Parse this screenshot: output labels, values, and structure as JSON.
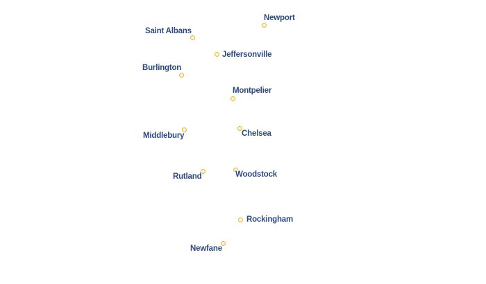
{
  "map": {
    "towns": [
      {
        "id": "newport",
        "name": "Newport"
      },
      {
        "id": "saint-albans",
        "name": "Saint Albans"
      },
      {
        "id": "jeffersonville",
        "name": "Jeffersonville"
      },
      {
        "id": "burlington",
        "name": "Burlington"
      },
      {
        "id": "montpelier",
        "name": "Montpelier"
      },
      {
        "id": "chelsea",
        "name": "Chelsea"
      },
      {
        "id": "middlebury",
        "name": "Middlebury"
      },
      {
        "id": "rutland",
        "name": "Rutland"
      },
      {
        "id": "woodstock",
        "name": "Woodstock"
      },
      {
        "id": "rockingham",
        "name": "Rockingham"
      },
      {
        "id": "newfane",
        "name": "Newfane"
      }
    ],
    "colors": {
      "label": "#2f4a7c",
      "marker_stroke": "#f0b429",
      "marker_fill": "#fff6dc",
      "background": "#ffffff"
    }
  }
}
